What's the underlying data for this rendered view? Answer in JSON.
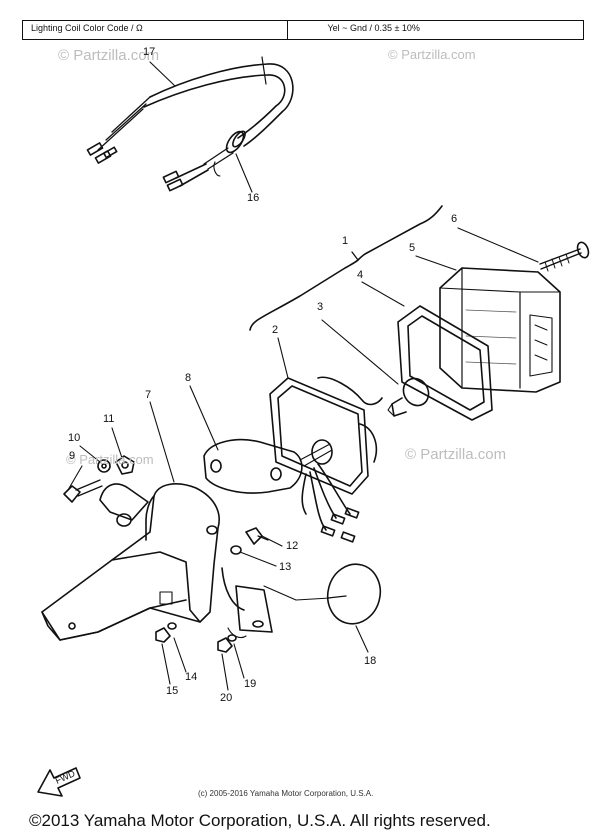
{
  "spec_table": {
    "left_cell": "Lighting Coil Color Code / Ω",
    "right_cell": "Yel ~ Gnd / 0.35 ± 10%"
  },
  "watermarks": [
    "© Partzilla.com",
    "© Partzilla.com",
    "© Partzilla.com",
    "© Partzilla.com"
  ],
  "callouts": [
    "17",
    "16",
    "1",
    "6",
    "5",
    "4",
    "3",
    "2",
    "8",
    "7",
    "11",
    "10",
    "9",
    "12",
    "13",
    "14",
    "15",
    "20",
    "19",
    "18"
  ],
  "arrow_label": "FWD",
  "footer": {
    "small_copyright": "(c) 2005-2016 Yamaha Motor Corporation, U.S.A.",
    "big_copyright": "©2013 Yamaha Motor Corporation, U.S.A. All rights reserved."
  }
}
